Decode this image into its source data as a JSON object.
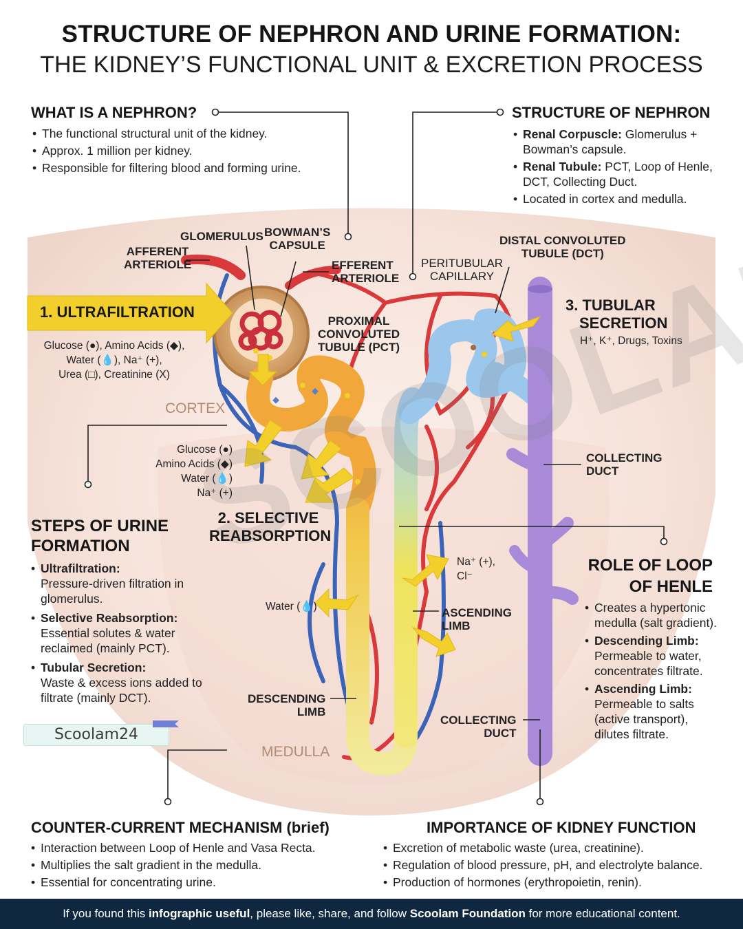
{
  "title": {
    "line1": "STRUCTURE OF NEPHRON AND URINE FORMATION:",
    "line2": "THE KIDNEY’S FUNCTIONAL UNIT & EXCRETION PROCESS"
  },
  "what_is": {
    "heading": "WHAT IS A NEPHRON?",
    "items": [
      "The functional structural unit of the kidney.",
      "Approx. 1 million per kidney.",
      "Responsible for filtering blood and forming urine."
    ]
  },
  "structure": {
    "heading": "STRUCTURE OF NEPHRON",
    "items": [
      {
        "bold": "Renal Corpuscle:",
        "text": " Glomerulus + Bowman’s capsule."
      },
      {
        "bold": "Renal Tubule:",
        "text": " PCT, Loop of Henle, DCT, Collecting Duct."
      },
      {
        "bold": "",
        "text": "Located in cortex and medulla."
      }
    ]
  },
  "diagram": {
    "glomerulus": "GLOMERULUS",
    "bowman_1": "BOWMAN’S",
    "bowman_2": "CAPSULE",
    "afferent_1": "AFFERENT",
    "afferent_2": "ARTERIOLE",
    "efferent_1": "EFFERENT",
    "efferent_2": "ARTERIOLE",
    "peritubular_1": "PERITUBULAR",
    "peritubular_2": "CAPILLARY",
    "dct_1": "DISTAL CONVOLUTED",
    "dct_2": "TUBULE (DCT)",
    "pct_1": "PROXIMAL",
    "pct_2": "CONVOLUTED",
    "pct_3": "TUBULE (PCT)",
    "cortex": "CORTEX",
    "medulla": "MEDULLA",
    "collecting_duct_1": "COLLECTING",
    "collecting_duct_2": "DUCT",
    "ascending_1": "ASCENDING",
    "ascending_2": "LIMB",
    "descending_1": "DESCENDING",
    "descending_2": "LIMB"
  },
  "ultrafiltration": {
    "label": "1. ULTRAFILTRATION",
    "solutes_line1": "Glucose (●), Amino Acids (◆),",
    "solutes_line2": "Water (💧), Na⁺ (+),",
    "solutes_line3": "Urea (□), Creatinine (X)"
  },
  "reabsorption": {
    "label_1": "2. SELECTIVE",
    "label_2": "REABSORPTION",
    "list": [
      "Glucose (●)",
      "Amino Acids (◆)",
      "Water (💧)",
      "Na⁺ (+)"
    ],
    "water": "Water (💧)",
    "na_1": "Na⁺ (+),",
    "na_2": "Cl⁻"
  },
  "secretion": {
    "label_1": "3. TUBULAR",
    "label_2": "SECRETION",
    "items": "H⁺, K⁺, Drugs, Toxins"
  },
  "steps": {
    "heading_1": "STEPS OF URINE",
    "heading_2": "FORMATION",
    "items": [
      {
        "bold": "Ultrafiltration:",
        "text": "Pressure-driven filtration in glomerulus."
      },
      {
        "bold": "Selective Reabsorption:",
        "text": "Essential solutes & water reclaimed (mainly PCT)."
      },
      {
        "bold": "Tubular Secretion:",
        "text": "Waste & excess ions added to filtrate (mainly DCT)."
      }
    ]
  },
  "loop": {
    "heading_1": "ROLE OF LOOP",
    "heading_2": "OF HENLE",
    "items": [
      {
        "bold": "",
        "text": "Creates a hypertonic medulla (salt gradient)."
      },
      {
        "bold": "Descending Limb:",
        "text": "Permeable to water, concentrates filtrate."
      },
      {
        "bold": "Ascending Limb:",
        "text": "Permeable to salts (active transport), dilutes filtrate."
      }
    ]
  },
  "counter": {
    "heading": "COUNTER-CURRENT MECHANISM (brief)",
    "items": [
      "Interaction between Loop of Henle and Vasa Recta.",
      "Multiplies the salt gradient in the medulla.",
      "Essential for concentrating urine."
    ]
  },
  "importance": {
    "heading": "IMPORTANCE OF KIDNEY FUNCTION",
    "items": [
      "Excretion of metabolic waste (urea, creatinine).",
      "Regulation of blood pressure, pH, and electrolyte balance.",
      "Production of hormones (erythropoietin, renin)."
    ]
  },
  "brand": "Scoolam24",
  "watermark": "SCOOLAM",
  "footer": {
    "p1": "If you found this ",
    "b1": "infographic useful",
    "p2": ", please like, share, and follow ",
    "b2": "Scoolam Foundation",
    "p3": " for more educational content."
  },
  "colors": {
    "artery": "#d9393a",
    "vein": "#3b63b8",
    "collecting_duct": "#a98ad8",
    "pct": "#f2a73a",
    "loop_yellow": "#f0e45a",
    "dct_blue": "#9cc7ec",
    "arrow_yellow": "#f2cf2a",
    "footer_bg": "#10283f"
  }
}
